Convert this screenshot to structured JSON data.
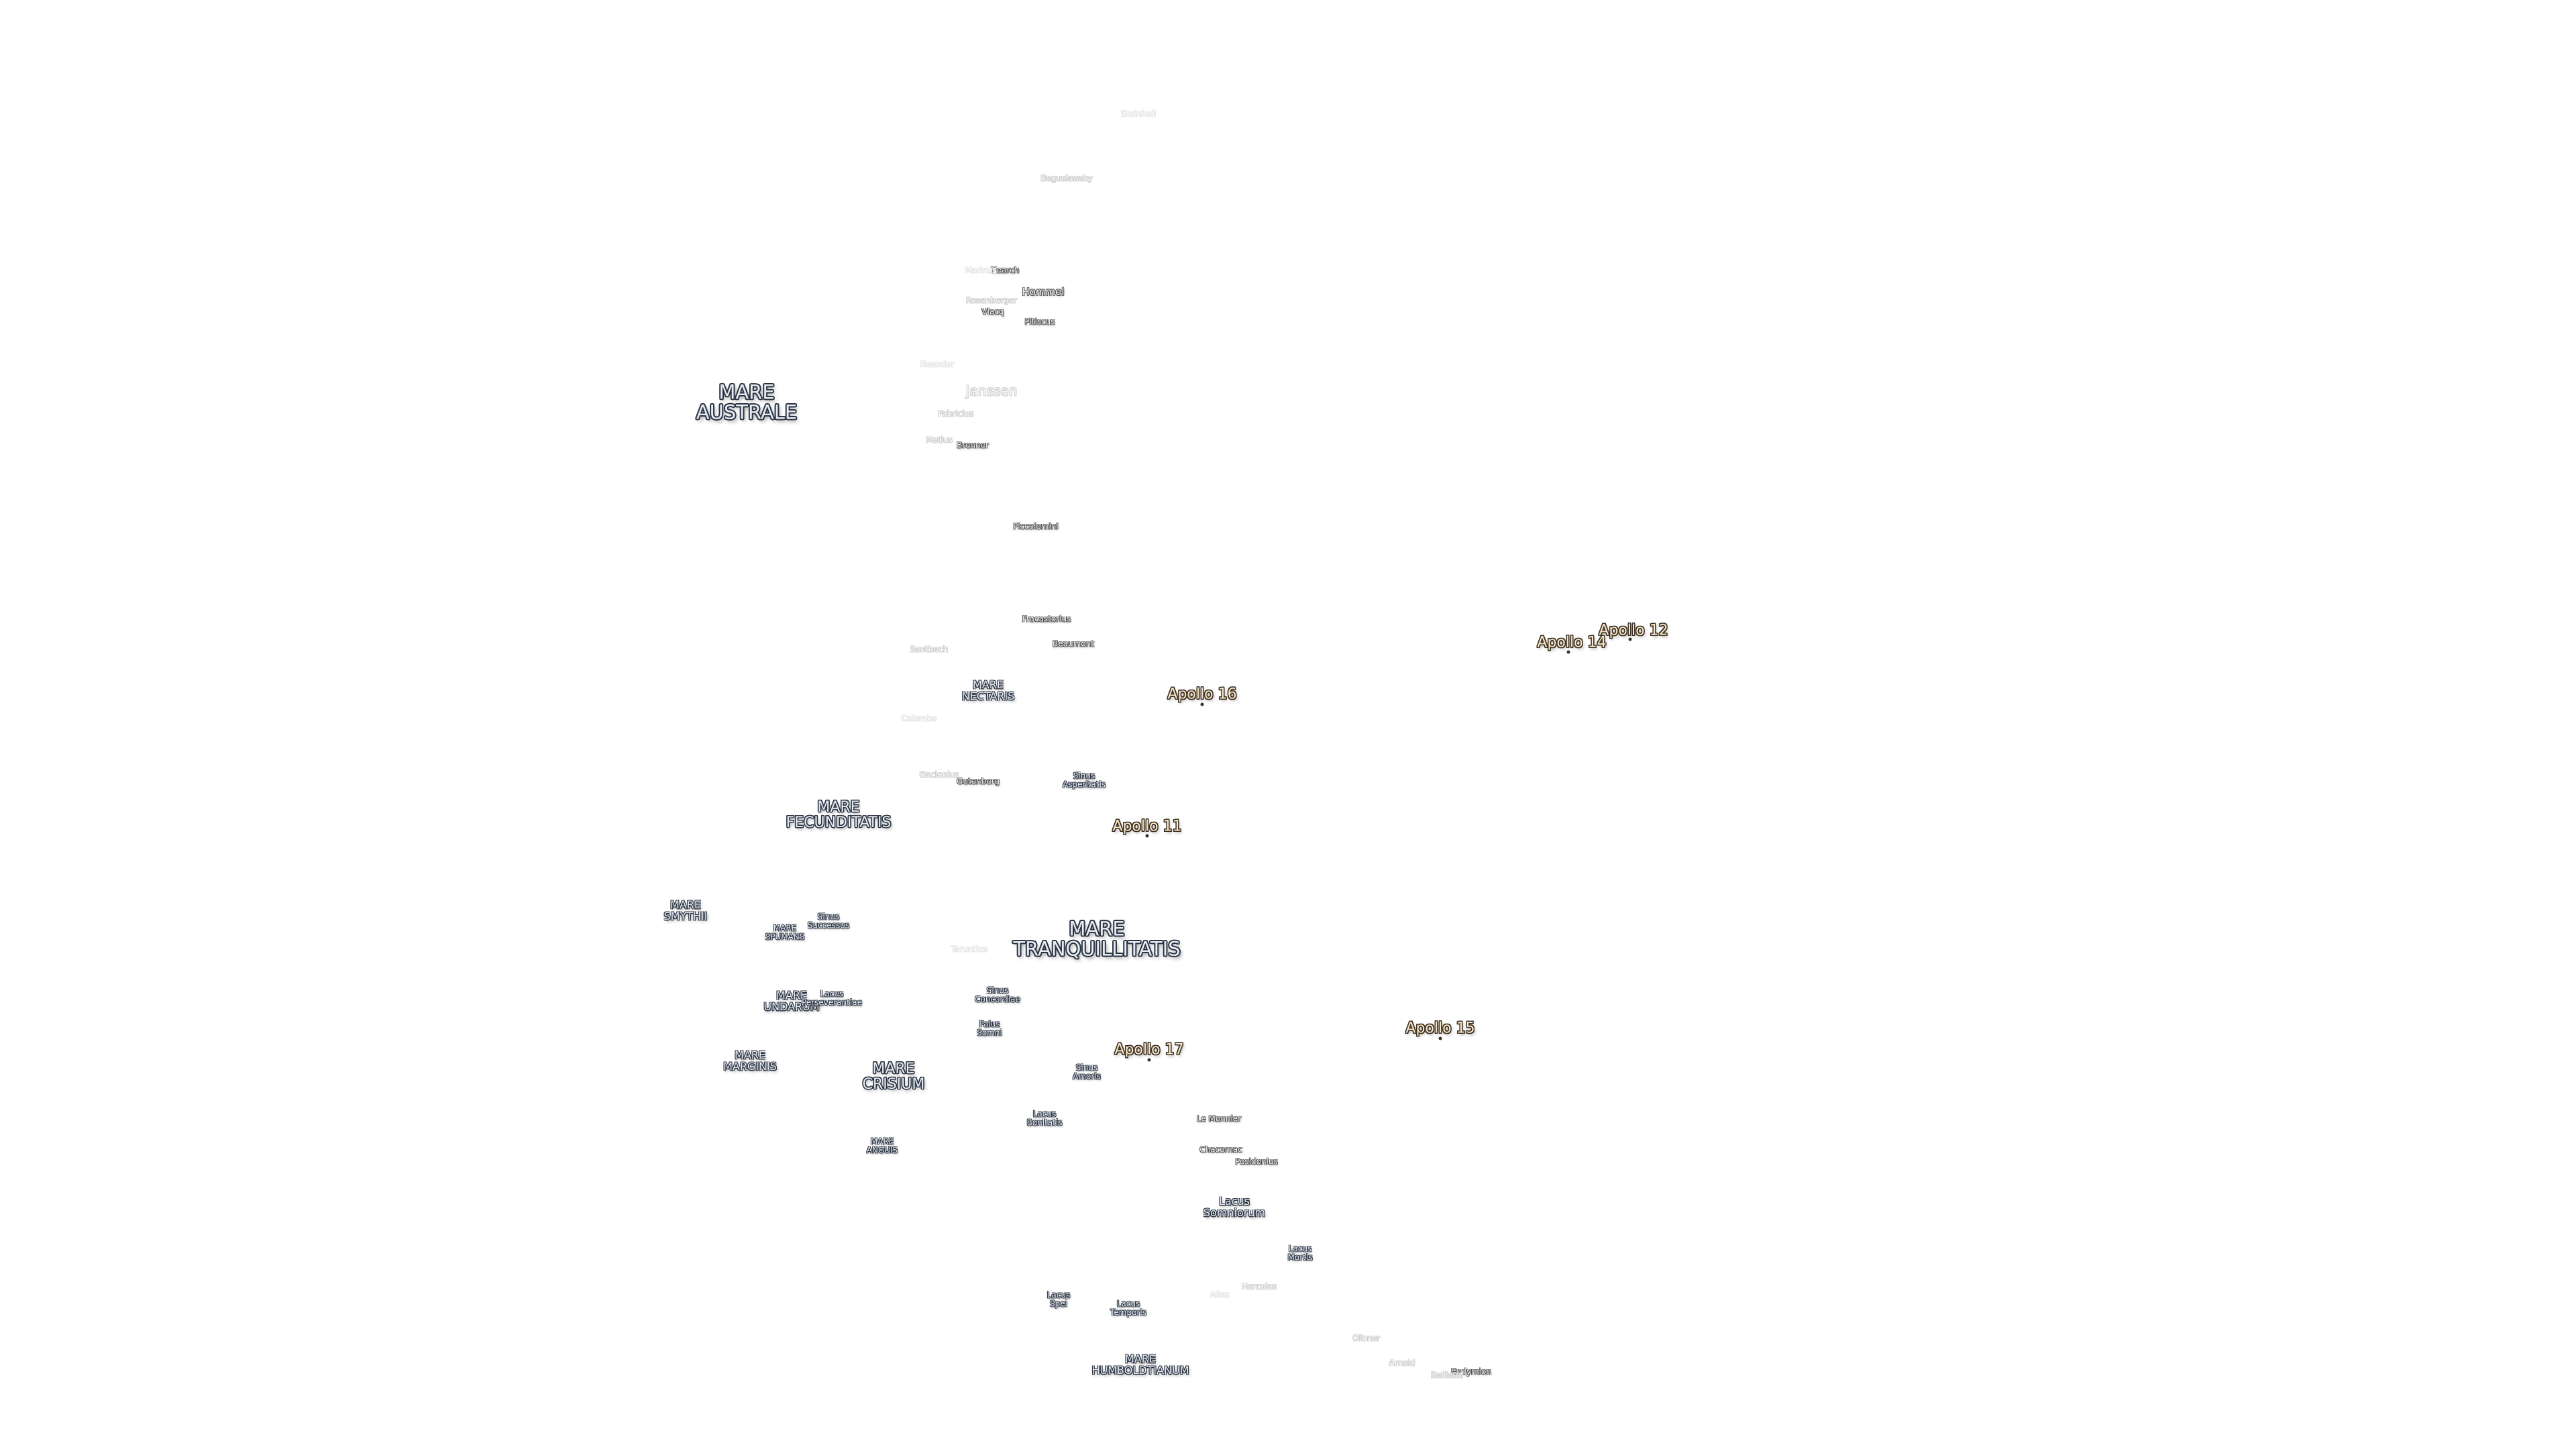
{
  "seas": [
    {
      "name": "mare-australe",
      "text": [
        "MARE",
        "AUSTRALE"
      ]
    },
    {
      "name": "mare-nectaris",
      "text": [
        "MARE",
        "NECTARIS"
      ]
    },
    {
      "name": "sinus-asperitatis",
      "text": [
        "Sinus",
        "Asperitatis"
      ]
    },
    {
      "name": "mare-fecunditatis",
      "text": [
        "MARE",
        "FECUNDITATIS"
      ]
    },
    {
      "name": "mare-smythii",
      "text": [
        "MARE",
        "SMYTHII"
      ]
    },
    {
      "name": "mare-spumans",
      "text": [
        "MARE",
        "SPUMANS"
      ]
    },
    {
      "name": "sinus-successus",
      "text": [
        "Sinus",
        "Successus"
      ]
    },
    {
      "name": "mare-tranquillitatis",
      "text": [
        "MARE",
        "TRANQUILLITATIS"
      ]
    },
    {
      "name": "mare-undarum",
      "text": [
        "MARE",
        "UNDARUM"
      ]
    },
    {
      "name": "lacus-perseverantiae",
      "text": [
        "Lacus",
        "Perseverantiae"
      ]
    },
    {
      "name": "sinus-concordiae",
      "text": [
        "Sinus",
        "Concordiae"
      ]
    },
    {
      "name": "palus-somni",
      "text": [
        "Palus",
        "Somni"
      ]
    },
    {
      "name": "mare-marginis",
      "text": [
        "MARE",
        "MARGINIS"
      ]
    },
    {
      "name": "mare-crisium",
      "text": [
        "MARE",
        "CRISIUM"
      ]
    },
    {
      "name": "sinus-amoris",
      "text": [
        "Sinus",
        "Amoris"
      ]
    },
    {
      "name": "lacus-bonitatis",
      "text": [
        "Lacus",
        "Bonitatis"
      ]
    },
    {
      "name": "mare-anguis",
      "text": [
        "MARE",
        "ANGUIS"
      ]
    },
    {
      "name": "lacus-somniorum",
      "text": [
        "Lacus",
        "Somniorum"
      ]
    },
    {
      "name": "lacus-mortis",
      "text": [
        "Lacus",
        "Mortis"
      ]
    },
    {
      "name": "lacus-spei",
      "text": [
        "Lacus",
        "Spei"
      ]
    },
    {
      "name": "lacus-temporis",
      "text": [
        "Lacus",
        "Temporis"
      ]
    },
    {
      "name": "mare-humboldtianum",
      "text": [
        "MARE",
        "HUMBOLDTIANUM"
      ]
    }
  ],
  "craters": [
    {
      "name": "crater-steinheil",
      "text": "Steinheil"
    },
    {
      "name": "crater-boguslawsky",
      "text": "Boguslawsky"
    },
    {
      "name": "crater-nearch",
      "text": "Nearch"
    },
    {
      "name": "crater-hommel",
      "text": "Hommel"
    },
    {
      "name": "crater-rosenberger",
      "text": "Rosenberger"
    },
    {
      "name": "crater-vlacq",
      "text": "Vlacq"
    },
    {
      "name": "crater-pitiscus",
      "text": "Pitiscus"
    },
    {
      "name": "crater-janssen",
      "text": "Janssen"
    },
    {
      "name": "crater-fabricius",
      "text": "Fabricius"
    },
    {
      "name": "crater-metius",
      "text": "Metius"
    },
    {
      "name": "crater-brenner",
      "text": "Brenner"
    },
    {
      "name": "crater-piccolomini",
      "text": "Piccolomini"
    },
    {
      "name": "crater-fracastorius",
      "text": "Fracastorius"
    },
    {
      "name": "crater-beaumont",
      "text": "Beaumont"
    },
    {
      "name": "crater-gutenberg",
      "text": "Gutenberg"
    },
    {
      "name": "crater-le-monnier",
      "text": "Le Monnier"
    },
    {
      "name": "crater-chacornac",
      "text": "Chacornac"
    },
    {
      "name": "crater-posidonius",
      "text": "Posidonius"
    },
    {
      "name": "crater-hercules",
      "text": "Hercules"
    },
    {
      "name": "crater-atlas",
      "text": "Atlas"
    },
    {
      "name": "crater-oltmer",
      "text": "Oltmer"
    },
    {
      "name": "crater-arnold",
      "text": "Arnold"
    },
    {
      "name": "crater-endymion",
      "text": "Endymion"
    },
    {
      "name": "crater-baillaud",
      "text": "Baillaud"
    }
  ],
  "faint_craters": [
    {
      "name": "crater-faint-1",
      "text": "Marinus"
    },
    {
      "name": "crater-faint-2",
      "text": "Santbech"
    },
    {
      "name": "crater-faint-3",
      "text": "Colombo"
    },
    {
      "name": "crater-faint-4",
      "text": "Goclenius"
    },
    {
      "name": "crater-faint-5",
      "text": "Taruntius"
    },
    {
      "name": "crater-faint-6",
      "text": "Neander"
    }
  ],
  "apollo_sites": [
    {
      "name": "apollo-12",
      "text": "Apollo 12"
    },
    {
      "name": "apollo-14",
      "text": "Apollo 14"
    },
    {
      "name": "apollo-16",
      "text": "Apollo 16"
    },
    {
      "name": "apollo-11",
      "text": "Apollo 11"
    },
    {
      "name": "apollo-15",
      "text": "Apollo 15"
    },
    {
      "name": "apollo-17",
      "text": "Apollo 17"
    }
  ]
}
